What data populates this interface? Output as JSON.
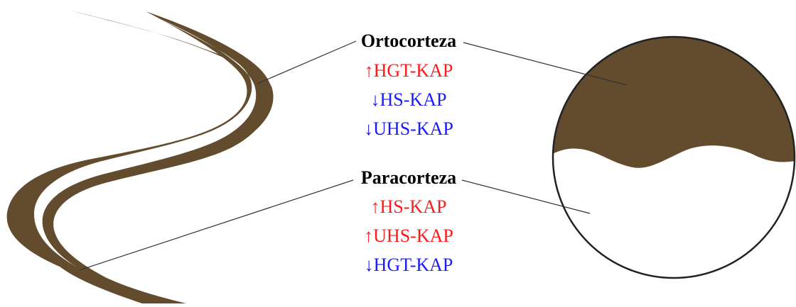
{
  "colors": {
    "fiber": "#634c2d",
    "up": "#ff1a1a",
    "down": "#1a1aff",
    "line": "#333333"
  },
  "ortho": {
    "title": "Ortocorteza",
    "items": [
      {
        "text": "↑HGT-KAP",
        "direction": "up"
      },
      {
        "text": "↓HS-KAP",
        "direction": "down"
      },
      {
        "text": "↓UHS-KAP",
        "direction": "down"
      }
    ]
  },
  "para": {
    "title": "Paracorteza",
    "items": [
      {
        "text": "↑HS-KAP",
        "direction": "up"
      },
      {
        "text": "↑UHS-KAP",
        "direction": "up"
      },
      {
        "text": "↓HGT-KAP",
        "direction": "down"
      }
    ]
  }
}
